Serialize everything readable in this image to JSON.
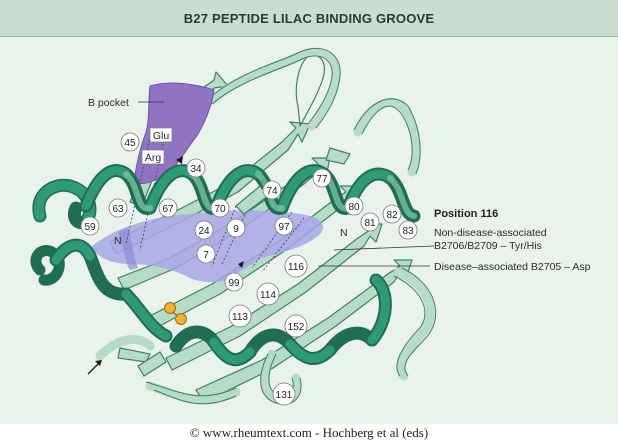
{
  "title": "B27 PEPTIDE LILAC BINDING GROOVE",
  "caption": "© www.rheumtext.com - Hochberg et al (eds)",
  "colors": {
    "background": "#e9f3ec",
    "title_bar": "#c9ddd0",
    "helix_front": "#2f9a76",
    "helix_back": "#1f6e54",
    "strand": "#b7dcc5",
    "strand_edge": "#3d8064",
    "b_pocket": "#8f74c4",
    "peptide_groove": "#a8a6e6",
    "disulfide": "#f0b030"
  },
  "labels": {
    "b_pocket": "B pocket",
    "glu": "Glu",
    "arg": "Arg",
    "n_left": "N",
    "n_right": "N",
    "position_heading": "Position 116",
    "non_disease_line1": "Non-disease-associated",
    "non_disease_line2": "B2706/B2709 – Tyr/His",
    "disease": "Disease–associated B2705 – Asp"
  },
  "residues": {
    "r45": "45",
    "r34": "34",
    "r63": "63",
    "r59": "59",
    "r67": "67",
    "r70": "70",
    "r74": "74",
    "r77": "77",
    "r80": "80",
    "r81": "81",
    "r82": "82",
    "r83": "83",
    "r24": "24",
    "r9": "9",
    "r97": "97",
    "r7": "7",
    "r99": "99",
    "r116": "116",
    "r114": "114",
    "r113": "113",
    "r152": "152",
    "r131": "131"
  },
  "icons": {
    "arrow": "arrow-icon",
    "disulfide": "disulfide-bond-icon"
  }
}
